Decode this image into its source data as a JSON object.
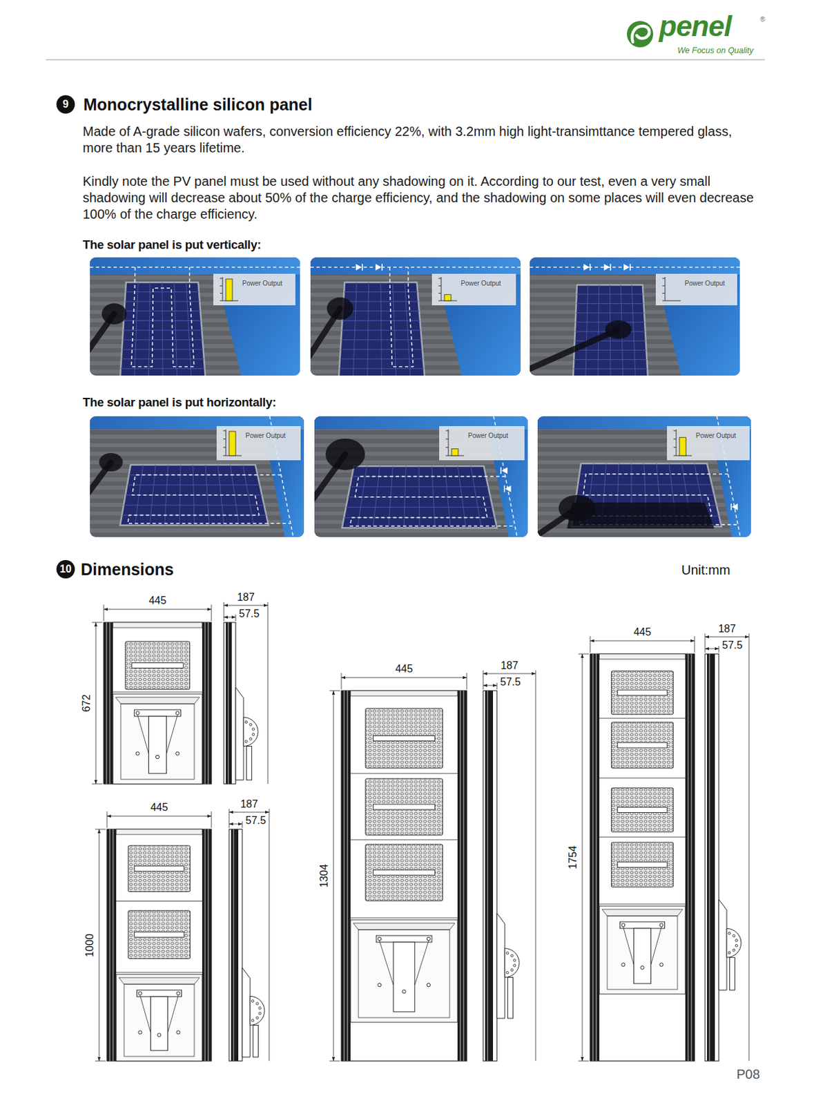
{
  "diagram": {
    "nodes": [
      {
        "text": [
          "9"
        ]
      },
      {
        "text": [
          "Power Output"
        ]
      },
      {
        "text": [
          "Power Output"
        ]
      },
      {
        "text": [
          "Power Output"
        ]
      },
      {
        "text": [
          "Power Output"
        ]
      },
      {
        "text": [
          "Power Output"
        ]
      },
      {
        "text": [
          "Power Output"
        ]
      },
      {
        "text": [
          "10"
        ]
      }
    ],
    "labels": [
      "penel",
      "®",
      "We Focus on Quality",
      "Monocrystalline silicon panel",
      "Made of A-grade silicon wafers, conversion efficiency 22%, with 3.2mm high light-transimttance tempered glass, more than 15 years lifetime.",
      "Kindly note the PV panel must be used without any shadowing on it. According to our test, even a very small shadowing will decrease about 50% of the charge efficiency, and the shadowing on some places will even decrease 100% of the charge efficiency.",
      "The solar panel is put vertically:",
      "The solar panel is put horizontally:",
      "Dimensions",
      "Unit:mm",
      "445",
      "187",
      "57.5",
      "672",
      "445",
      "187",
      "57.5",
      "1000",
      "445",
      "187",
      "57.5",
      "1304",
      "445",
      "187",
      "57.5",
      "1754",
      "P08"
    ]
  }
}
